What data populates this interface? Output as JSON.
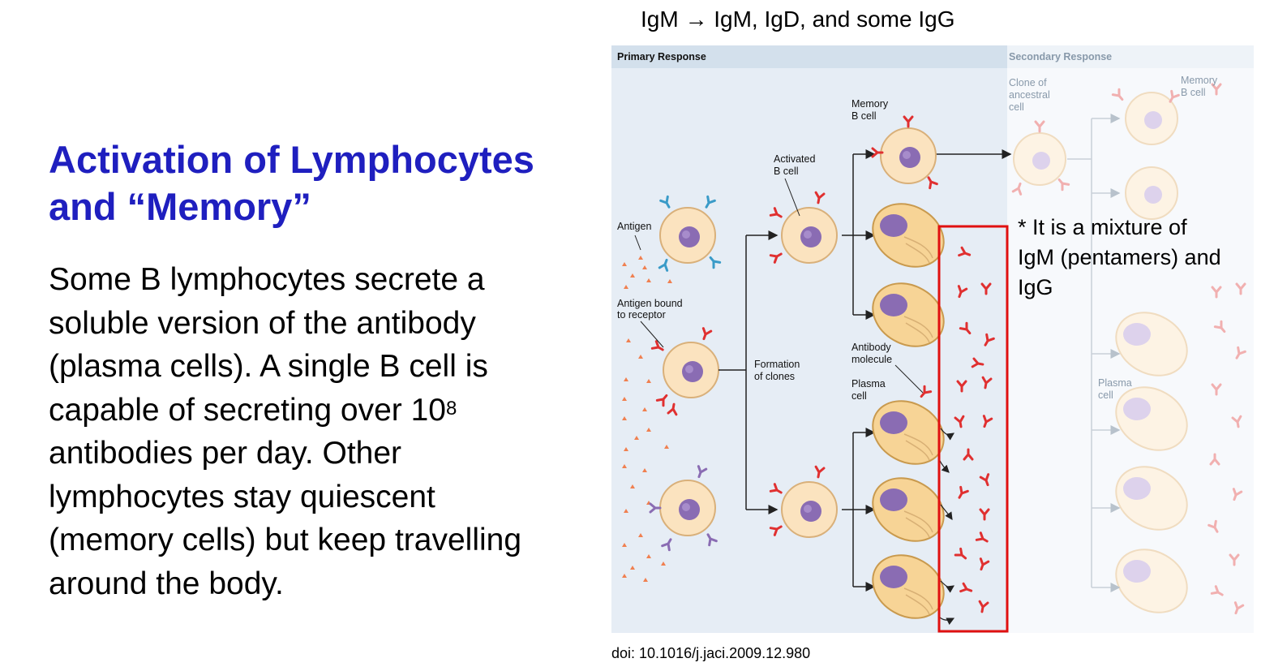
{
  "slide": {
    "title_line1": "Activation of Lymphocytes",
    "title_line2": "and “Memory”",
    "body_part1": "Some B lymphocytes secrete a soluble version of the antibody (plasma cells). A single B cell is capable of secreting over 10",
    "body_sup": "8",
    "body_part2": " antibodies per day. Other lymphocytes stay quiescent (memory cells) but keep travelling around the body."
  },
  "figure": {
    "caption_top": "IgM → IgM, IgD, and some IgG",
    "primary_header": "Primary Response",
    "secondary_header": "Secondary Response",
    "labels": {
      "antigen": "Antigen",
      "antigen_bound_1": "Antigen bound",
      "antigen_bound_2": "to receptor",
      "activated_1": "Activated",
      "activated_2": "B cell",
      "formation_1": "Formation",
      "formation_2": "of clones",
      "memory_1": "Memory",
      "memory_2": "B cell",
      "antibody_1": "Antibody",
      "antibody_2": "molecule",
      "plasma_1": "Plasma",
      "plasma_2": "cell",
      "clone_1": "Clone of",
      "clone_2": "ancestral",
      "clone_3": "cell",
      "sec_memory_1": "Memory",
      "sec_memory_2": "B cell",
      "sec_plasma_1": "Plasma",
      "sec_plasma_2": "cell"
    },
    "mixture_note": "* It is a mixture of IgM (pentamers) and IgG",
    "doi": "doi: 10.1016/j.jaci.2009.12.980",
    "colors": {
      "title": "#1f1fbf",
      "panel_bg": "#e6edf5",
      "header_bg": "#d3e0ec",
      "cell_fill": "#fbe3bf",
      "cell_stroke": "#d9b07a",
      "nucleus": "#8a6cb3",
      "antibody_red": "#e03030",
      "receptor_blue": "#3a9bc8",
      "receptor_purple": "#8a6cb3",
      "highlight_box": "#e01010"
    }
  }
}
